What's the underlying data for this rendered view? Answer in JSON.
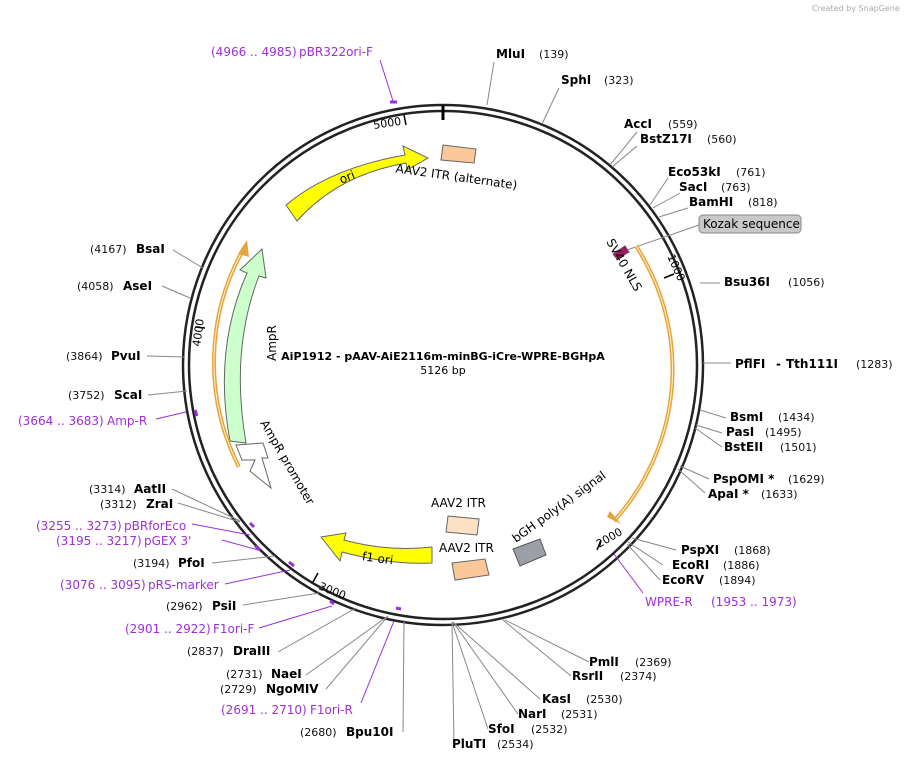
{
  "credit": "Created by SnapGene",
  "map": {
    "title": "AiP1912 - pAAV-AiE2116m-minBG-iCre-WPRE-BGHpA",
    "length_label": "5126 bp"
  },
  "ticks": [
    "1000",
    "2000",
    "3000",
    "4000",
    "5000"
  ],
  "enzymes": [
    {
      "id": "mlui",
      "name": "MluI",
      "pos": "(139)"
    },
    {
      "id": "sphi",
      "name": "SphI",
      "pos": "(323)"
    },
    {
      "id": "acci",
      "name": "AccI",
      "pos": "(559)"
    },
    {
      "id": "bstz17i",
      "name": "BstZ17I",
      "pos": "(560)"
    },
    {
      "id": "eco53ki",
      "name": "Eco53kI",
      "pos": "(761)"
    },
    {
      "id": "saci",
      "name": "SacI",
      "pos": "(763)"
    },
    {
      "id": "bamhi",
      "name": "BamHI",
      "pos": "(818)"
    },
    {
      "id": "bsu36i",
      "name": "Bsu36I",
      "pos": "(1056)"
    },
    {
      "id": "pflfi",
      "name": "PflFI",
      "sep": "-",
      "name2": "Tth111I",
      "pos": "(1283)"
    },
    {
      "id": "bsmi",
      "name": "BsmI",
      "pos": "(1434)"
    },
    {
      "id": "pasi",
      "name": "PasI",
      "pos": "(1495)"
    },
    {
      "id": "bsteii",
      "name": "BstEII",
      "pos": "(1501)"
    },
    {
      "id": "pspomi",
      "name": "PspOMI *",
      "pos": "(1629)"
    },
    {
      "id": "apai",
      "name": "ApaI *",
      "pos": "(1633)"
    },
    {
      "id": "pspxi",
      "name": "PspXI",
      "pos": "(1868)"
    },
    {
      "id": "ecori",
      "name": "EcoRI",
      "pos": "(1886)"
    },
    {
      "id": "ecorv",
      "name": "EcoRV",
      "pos": "(1894)"
    },
    {
      "id": "pmli",
      "name": "PmlI",
      "pos": "(2369)"
    },
    {
      "id": "rsrii",
      "name": "RsrII",
      "pos": "(2374)"
    },
    {
      "id": "kasi",
      "name": "KasI",
      "pos": "(2530)"
    },
    {
      "id": "nari",
      "name": "NarI",
      "pos": "(2531)"
    },
    {
      "id": "sfoi",
      "name": "SfoI",
      "pos": "(2532)"
    },
    {
      "id": "pluti",
      "name": "PluTI",
      "pos": "(2534)"
    },
    {
      "id": "bpu10i",
      "name": "Bpu10I",
      "pos": "(2680)"
    },
    {
      "id": "ngomiv",
      "name": "NgoMIV",
      "pos": "(2729)"
    },
    {
      "id": "naei",
      "name": "NaeI",
      "pos": "(2731)"
    },
    {
      "id": "draiii",
      "name": "DraIII",
      "pos": "(2837)"
    },
    {
      "id": "psii",
      "name": "PsiI",
      "pos": "(2962)"
    },
    {
      "id": "pfoi",
      "name": "PfoI",
      "pos": "(3194)"
    },
    {
      "id": "zrai",
      "name": "ZraI",
      "pos": "(3312)"
    },
    {
      "id": "aatii",
      "name": "AatII",
      "pos": "(3314)"
    },
    {
      "id": "scai",
      "name": "ScaI",
      "pos": "(3752)"
    },
    {
      "id": "pvui",
      "name": "PvuI",
      "pos": "(3864)"
    },
    {
      "id": "asei",
      "name": "AseI",
      "pos": "(4058)"
    },
    {
      "id": "bsai",
      "name": "BsaI",
      "pos": "(4167)"
    }
  ],
  "primers": [
    {
      "id": "pbr322ori",
      "range": "(4966 .. 4985)",
      "name": "pBR322ori-F"
    },
    {
      "id": "ampr",
      "range": "(3664 .. 3683)",
      "name": "Amp-R"
    },
    {
      "id": "pbrforeco",
      "range": "(3255 .. 3273)",
      "name": "pBRforEco"
    },
    {
      "id": "pgex3",
      "range": "(3195 .. 3217)",
      "name": "pGEX 3'"
    },
    {
      "id": "prsmarker",
      "range": "(3076 .. 3095)",
      "name": "pRS-marker"
    },
    {
      "id": "f1orif",
      "range": "(2901 .. 2922)",
      "name": "F1ori-F"
    },
    {
      "id": "f1orir",
      "range": "(2691 .. 2710)",
      "name": "F1ori-R"
    },
    {
      "id": "wprer",
      "name": "WPRE-R",
      "range": "(1953 .. 1973)"
    }
  ],
  "features": {
    "ori": "ori",
    "itr_alt": "AAV2 ITR (alternate)",
    "kozak": "Kozak sequence",
    "sv40": "SV40 NLS",
    "ampr": "AmpR",
    "ampr_promoter": "AmpR promoter",
    "itr1": "AAV2 ITR",
    "itr2": "AAV2 ITR",
    "bgh": "bGH poly(A) signal",
    "f1ori": "f1 ori"
  },
  "colors": {
    "primer": "#9b30d9",
    "yellow": "#ffff00",
    "orange_arc": "#e8a33a",
    "itr": "#fbc89a",
    "amp": "#ccffcc",
    "grey": "#9aa0a6"
  }
}
